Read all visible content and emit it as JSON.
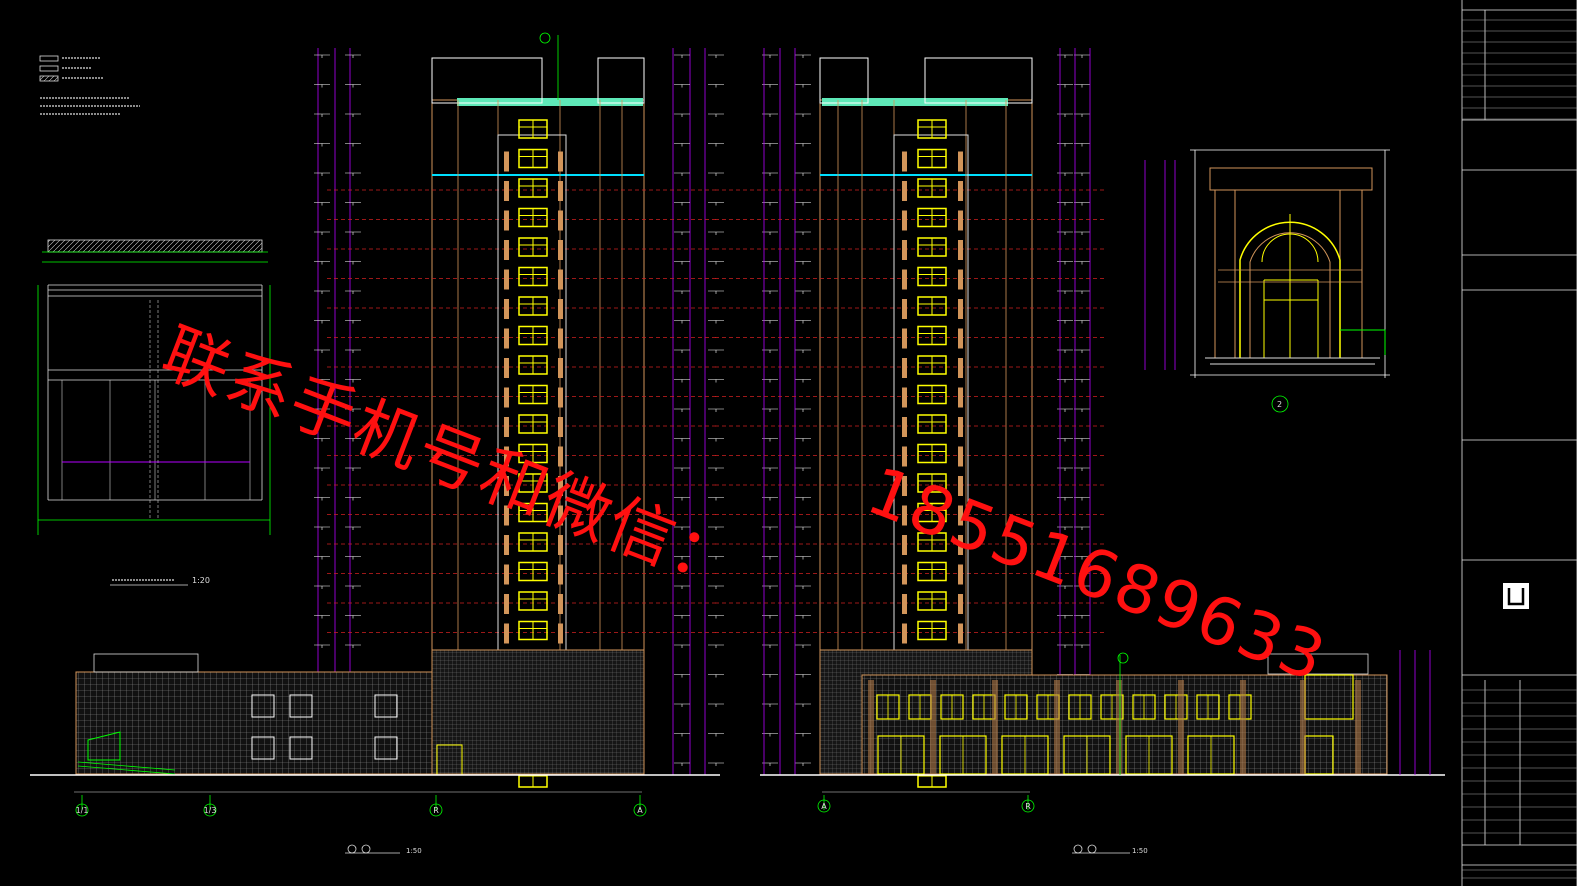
{
  "watermark": {
    "label": "联系手机号和微信：",
    "phone": "18551689633"
  },
  "detail_labels": {
    "wall_section_scale": "1:20",
    "arch_detail_marker": "2"
  },
  "elevation_labels": {
    "left_scale": "1:50",
    "right_scale": "1:50"
  },
  "axis_markers": {
    "left": [
      "1/1",
      "1/3",
      "R",
      "A"
    ],
    "right": [
      "A",
      "R"
    ]
  },
  "colors": {
    "background": "#000000",
    "line_white": "#ffffff",
    "line_yellow": "#ffff00",
    "line_orange": "#d2955a",
    "line_cyan": "#00e0ff",
    "line_magenta": "#b400ff",
    "line_green": "#00ff00",
    "line_red": "#ff2020",
    "tile_grey": "#9a9a9a",
    "watermark_red": "#ff1010"
  },
  "icons": [
    "company-logo-icon"
  ]
}
